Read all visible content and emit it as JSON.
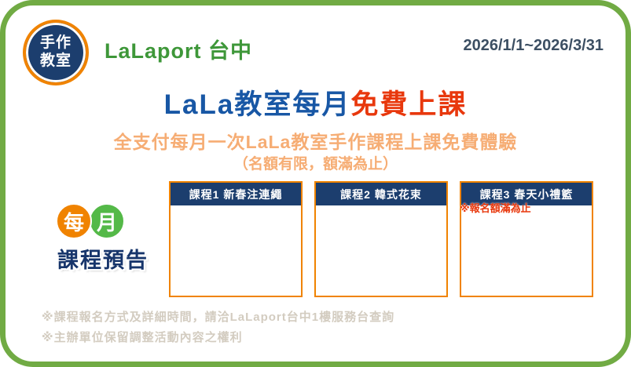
{
  "flyer": {
    "badge": {
      "line1": "手作",
      "line2": "教室"
    },
    "brand": "LaLaport 台中",
    "date_range": "2026/1/1~2026/3/31",
    "title": {
      "blue_part": "LaLa教室每月",
      "red_part": "免費上課"
    },
    "subtitle": {
      "line1": "全支付每月一次LaLa教室手作課程上課免費體驗",
      "line2": "（名額有限，額滿為止）"
    },
    "monthly": {
      "char1": "每",
      "char2": "月",
      "label": "課程預告"
    },
    "courses": [
      {
        "header": "課程1 新春注連繩"
      },
      {
        "header": "課程2 韓式花束"
      },
      {
        "header": "課程3 春天小禮籃"
      }
    ],
    "red_note": "※報名額滿為止",
    "footnotes": {
      "line1": "※課程報名方式及詳細時間，請洽LaLaport台中1樓服務台查詢",
      "line2": "※主辦單位保留調整活動內容之權利"
    }
  },
  "colors": {
    "border_green": "#71ab44",
    "navy": "#1c3e6e",
    "accent_orange": "#f08300",
    "title_blue": "#1857a5",
    "title_red": "#e8380d",
    "brand_green": "#3e9739",
    "subtitle_orange": "#f6ad74",
    "month_green": "#54b948",
    "faint_text": "#d3ccc0"
  }
}
